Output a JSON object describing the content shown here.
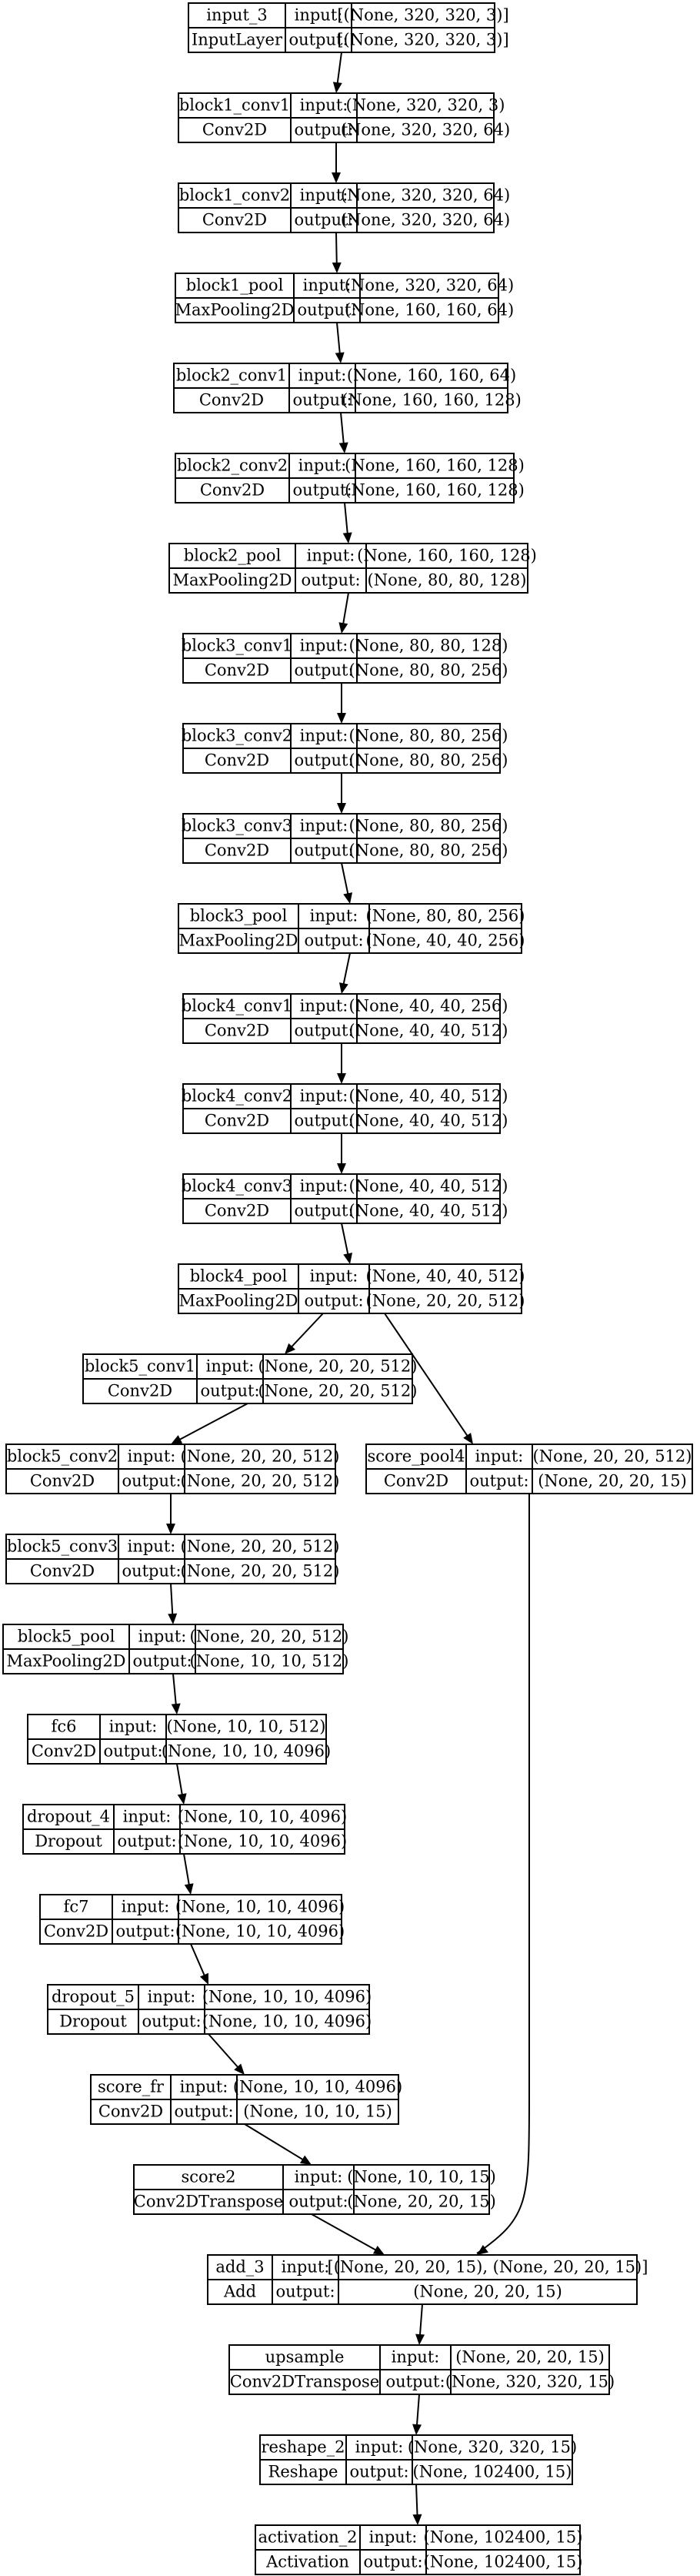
{
  "labels": {
    "input": "input:",
    "output": "output:"
  },
  "nodes": [
    {
      "id": "input_3",
      "name": "input_3",
      "type": "InputLayer",
      "input": "[(None, 320, 320, 3)]",
      "output": "[(None, 320, 320, 3)]"
    },
    {
      "id": "block1_conv1",
      "name": "block1_conv1",
      "type": "Conv2D",
      "input": "(None, 320, 320, 3)",
      "output": "(None, 320, 320, 64)"
    },
    {
      "id": "block1_conv2",
      "name": "block1_conv2",
      "type": "Conv2D",
      "input": "(None, 320, 320, 64)",
      "output": "(None, 320, 320, 64)"
    },
    {
      "id": "block1_pool",
      "name": "block1_pool",
      "type": "MaxPooling2D",
      "input": "(None, 320, 320, 64)",
      "output": "(None, 160, 160, 64)"
    },
    {
      "id": "block2_conv1",
      "name": "block2_conv1",
      "type": "Conv2D",
      "input": "(None, 160, 160, 64)",
      "output": "(None, 160, 160, 128)"
    },
    {
      "id": "block2_conv2",
      "name": "block2_conv2",
      "type": "Conv2D",
      "input": "(None, 160, 160, 128)",
      "output": "(None, 160, 160, 128)"
    },
    {
      "id": "block2_pool",
      "name": "block2_pool",
      "type": "MaxPooling2D",
      "input": "(None, 160, 160, 128)",
      "output": "(None, 80, 80, 128)"
    },
    {
      "id": "block3_conv1",
      "name": "block3_conv1",
      "type": "Conv2D",
      "input": "(None, 80, 80, 128)",
      "output": "(None, 80, 80, 256)"
    },
    {
      "id": "block3_conv2",
      "name": "block3_conv2",
      "type": "Conv2D",
      "input": "(None, 80, 80, 256)",
      "output": "(None, 80, 80, 256)"
    },
    {
      "id": "block3_conv3",
      "name": "block3_conv3",
      "type": "Conv2D",
      "input": "(None, 80, 80, 256)",
      "output": "(None, 80, 80, 256)"
    },
    {
      "id": "block3_pool",
      "name": "block3_pool",
      "type": "MaxPooling2D",
      "input": "(None, 80, 80, 256)",
      "output": "(None, 40, 40, 256)"
    },
    {
      "id": "block4_conv1",
      "name": "block4_conv1",
      "type": "Conv2D",
      "input": "(None, 40, 40, 256)",
      "output": "(None, 40, 40, 512)"
    },
    {
      "id": "block4_conv2",
      "name": "block4_conv2",
      "type": "Conv2D",
      "input": "(None, 40, 40, 512)",
      "output": "(None, 40, 40, 512)"
    },
    {
      "id": "block4_conv3",
      "name": "block4_conv3",
      "type": "Conv2D",
      "input": "(None, 40, 40, 512)",
      "output": "(None, 40, 40, 512)"
    },
    {
      "id": "block4_pool",
      "name": "block4_pool",
      "type": "MaxPooling2D",
      "input": "(None, 40, 40, 512)",
      "output": "(None, 20, 20, 512)"
    },
    {
      "id": "block5_conv1",
      "name": "block5_conv1",
      "type": "Conv2D",
      "input": "(None, 20, 20, 512)",
      "output": "(None, 20, 20, 512)"
    },
    {
      "id": "block5_conv2",
      "name": "block5_conv2",
      "type": "Conv2D",
      "input": "(None, 20, 20, 512)",
      "output": "(None, 20, 20, 512)"
    },
    {
      "id": "score_pool4",
      "name": "score_pool4",
      "type": "Conv2D",
      "input": "(None, 20, 20, 512)",
      "output": "(None, 20, 20, 15)"
    },
    {
      "id": "block5_conv3",
      "name": "block5_conv3",
      "type": "Conv2D",
      "input": "(None, 20, 20, 512)",
      "output": "(None, 20, 20, 512)"
    },
    {
      "id": "block5_pool",
      "name": "block5_pool",
      "type": "MaxPooling2D",
      "input": "(None, 20, 20, 512)",
      "output": "(None, 10, 10, 512)"
    },
    {
      "id": "fc6",
      "name": "fc6",
      "type": "Conv2D",
      "input": "(None, 10, 10, 512)",
      "output": "(None, 10, 10, 4096)"
    },
    {
      "id": "dropout_4",
      "name": "dropout_4",
      "type": "Dropout",
      "input": "(None, 10, 10, 4096)",
      "output": "(None, 10, 10, 4096)"
    },
    {
      "id": "fc7",
      "name": "fc7",
      "type": "Conv2D",
      "input": "(None, 10, 10, 4096)",
      "output": "(None, 10, 10, 4096)"
    },
    {
      "id": "dropout_5",
      "name": "dropout_5",
      "type": "Dropout",
      "input": "(None, 10, 10, 4096)",
      "output": "(None, 10, 10, 4096)"
    },
    {
      "id": "score_fr",
      "name": "score_fr",
      "type": "Conv2D",
      "input": "(None, 10, 10, 4096)",
      "output": "(None, 10, 10, 15)"
    },
    {
      "id": "score2",
      "name": "score2",
      "type": "Conv2DTranspose",
      "input": "(None, 10, 10, 15)",
      "output": "(None, 20, 20, 15)"
    },
    {
      "id": "add_3",
      "name": "add_3",
      "type": "Add",
      "input": "[(None, 20, 20, 15), (None, 20, 20, 15)]",
      "output": "(None, 20, 20, 15)"
    },
    {
      "id": "upsample",
      "name": "upsample",
      "type": "Conv2DTranspose",
      "input": "(None, 20, 20, 15)",
      "output": "(None, 320, 320, 15)"
    },
    {
      "id": "reshape_2",
      "name": "reshape_2",
      "type": "Reshape",
      "input": "(None, 320, 320, 15)",
      "output": "(None, 102400, 15)"
    },
    {
      "id": "activation_2",
      "name": "activation_2",
      "type": "Activation",
      "input": "(None, 102400, 15)",
      "output": "(None, 102400, 15)"
    }
  ],
  "edges": [
    {
      "from": "input_3",
      "to": "block1_conv1"
    },
    {
      "from": "block1_conv1",
      "to": "block1_conv2"
    },
    {
      "from": "block1_conv2",
      "to": "block1_pool"
    },
    {
      "from": "block1_pool",
      "to": "block2_conv1"
    },
    {
      "from": "block2_conv1",
      "to": "block2_conv2"
    },
    {
      "from": "block2_conv2",
      "to": "block2_pool"
    },
    {
      "from": "block2_pool",
      "to": "block3_conv1"
    },
    {
      "from": "block3_conv1",
      "to": "block3_conv2"
    },
    {
      "from": "block3_conv2",
      "to": "block3_conv3"
    },
    {
      "from": "block3_conv3",
      "to": "block3_pool"
    },
    {
      "from": "block3_pool",
      "to": "block4_conv1"
    },
    {
      "from": "block4_conv1",
      "to": "block4_conv2"
    },
    {
      "from": "block4_conv2",
      "to": "block4_conv3"
    },
    {
      "from": "block4_conv3",
      "to": "block4_pool"
    },
    {
      "from": "block4_pool",
      "to": "block5_conv1"
    },
    {
      "from": "block4_pool",
      "to": "score_pool4"
    },
    {
      "from": "block5_conv1",
      "to": "block5_conv2"
    },
    {
      "from": "block5_conv2",
      "to": "block5_conv3"
    },
    {
      "from": "block5_conv3",
      "to": "block5_pool"
    },
    {
      "from": "block5_pool",
      "to": "fc6"
    },
    {
      "from": "fc6",
      "to": "dropout_4"
    },
    {
      "from": "dropout_4",
      "to": "fc7"
    },
    {
      "from": "fc7",
      "to": "dropout_5"
    },
    {
      "from": "dropout_5",
      "to": "score_fr"
    },
    {
      "from": "score_fr",
      "to": "score2"
    },
    {
      "from": "score2",
      "to": "add_3"
    },
    {
      "from": "score_pool4",
      "to": "add_3"
    },
    {
      "from": "add_3",
      "to": "upsample"
    },
    {
      "from": "upsample",
      "to": "reshape_2"
    },
    {
      "from": "reshape_2",
      "to": "activation_2"
    }
  ]
}
